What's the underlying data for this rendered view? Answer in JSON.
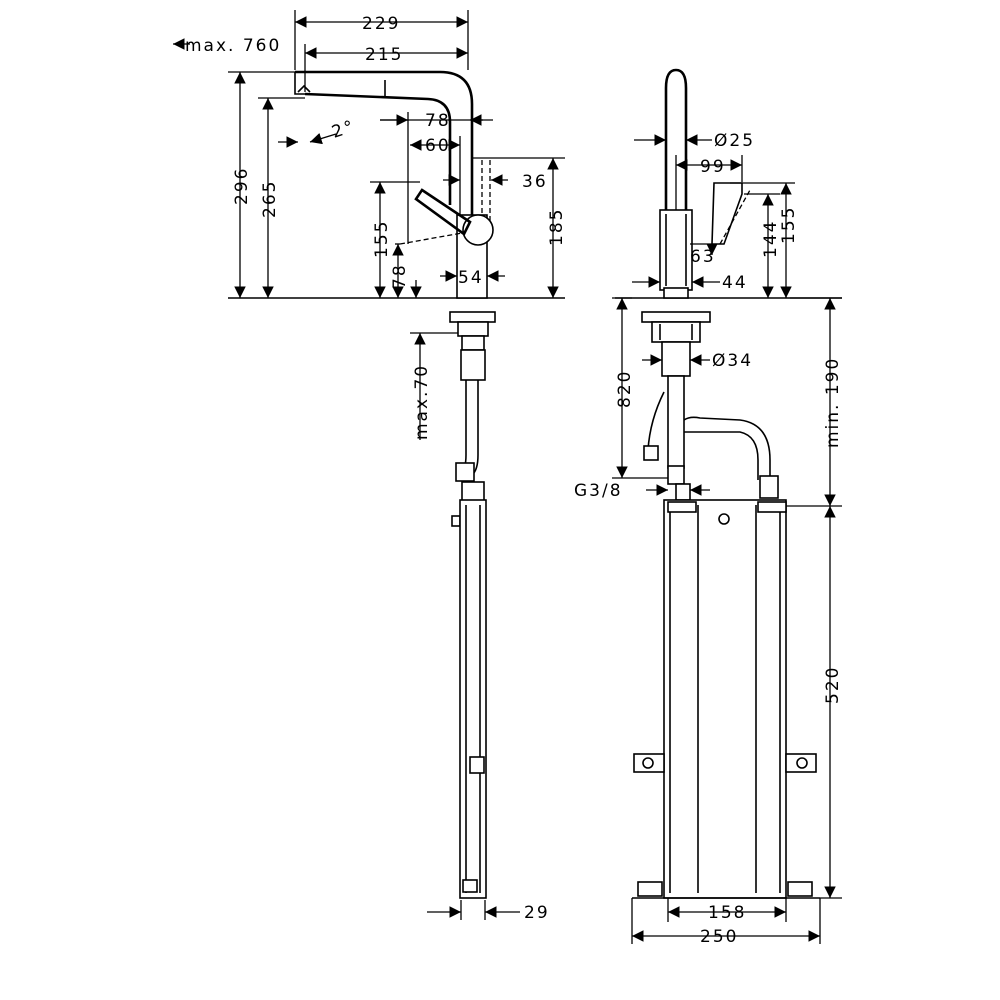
{
  "drawing": {
    "side_view": {
      "dim_229": "229",
      "dim_max_760": "max. 760",
      "dim_215": "215",
      "dim_296": "296",
      "dim_265": "265",
      "dim_2deg": "2°",
      "dim_78_top": "78",
      "dim_60": "60",
      "dim_36": "36",
      "dim_185": "185",
      "dim_155": "155",
      "dim_78_bottom": "78",
      "dim_54": "54",
      "dim_max_70": "max.70",
      "dim_29": "29"
    },
    "front_view": {
      "dim_d25": "Ø25",
      "dim_99": "99",
      "dim_144": "144",
      "dim_155": "155",
      "dim_63": "63",
      "dim_44": "44",
      "dim_d34": "Ø34",
      "dim_820": "820",
      "dim_min_190": "min. 190",
      "dim_g38": "G3/8",
      "dim_520": "520",
      "dim_158": "158",
      "dim_250": "250"
    }
  }
}
